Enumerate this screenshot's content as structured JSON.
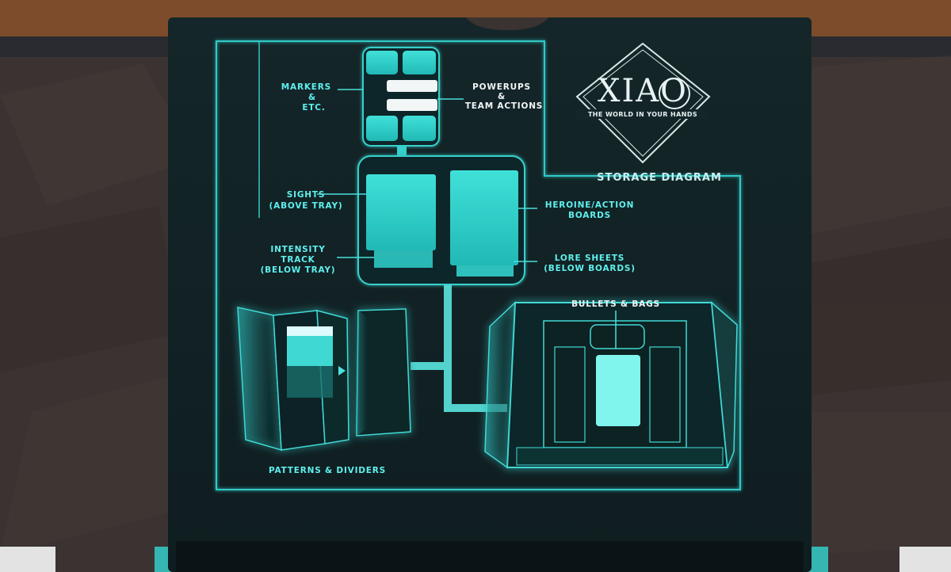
{
  "box": {
    "title": "STORAGE DIAGRAM",
    "logo": {
      "wordmark": "XIAO",
      "tagline": "THE WORLD IN YOUR HANDS"
    },
    "labels": {
      "markers": [
        "MARKERS",
        "&",
        "ETC."
      ],
      "powerups": [
        "POWERUPS",
        "&",
        "TEAM ACTIONS"
      ],
      "sights": [
        "SIGHTS",
        "(ABOVE TRAY)"
      ],
      "intensity": [
        "INTENSITY",
        "TRACK",
        "(BELOW TRAY)"
      ],
      "heroine": [
        "HEROINE/ACTION",
        "BOARDS"
      ],
      "lore": [
        "LORE SHEETS",
        "(BELOW BOARDS)"
      ],
      "bullets": "BULLETS & BAGS",
      "patterns": "PATTERNS & DIVIDERS"
    }
  },
  "colors": {
    "box_body": "#122326",
    "accent": "#39d6d3",
    "accent_light": "#7ff5ee",
    "background_floor": "#3b3331",
    "table_edge": "#7a4a2a"
  }
}
